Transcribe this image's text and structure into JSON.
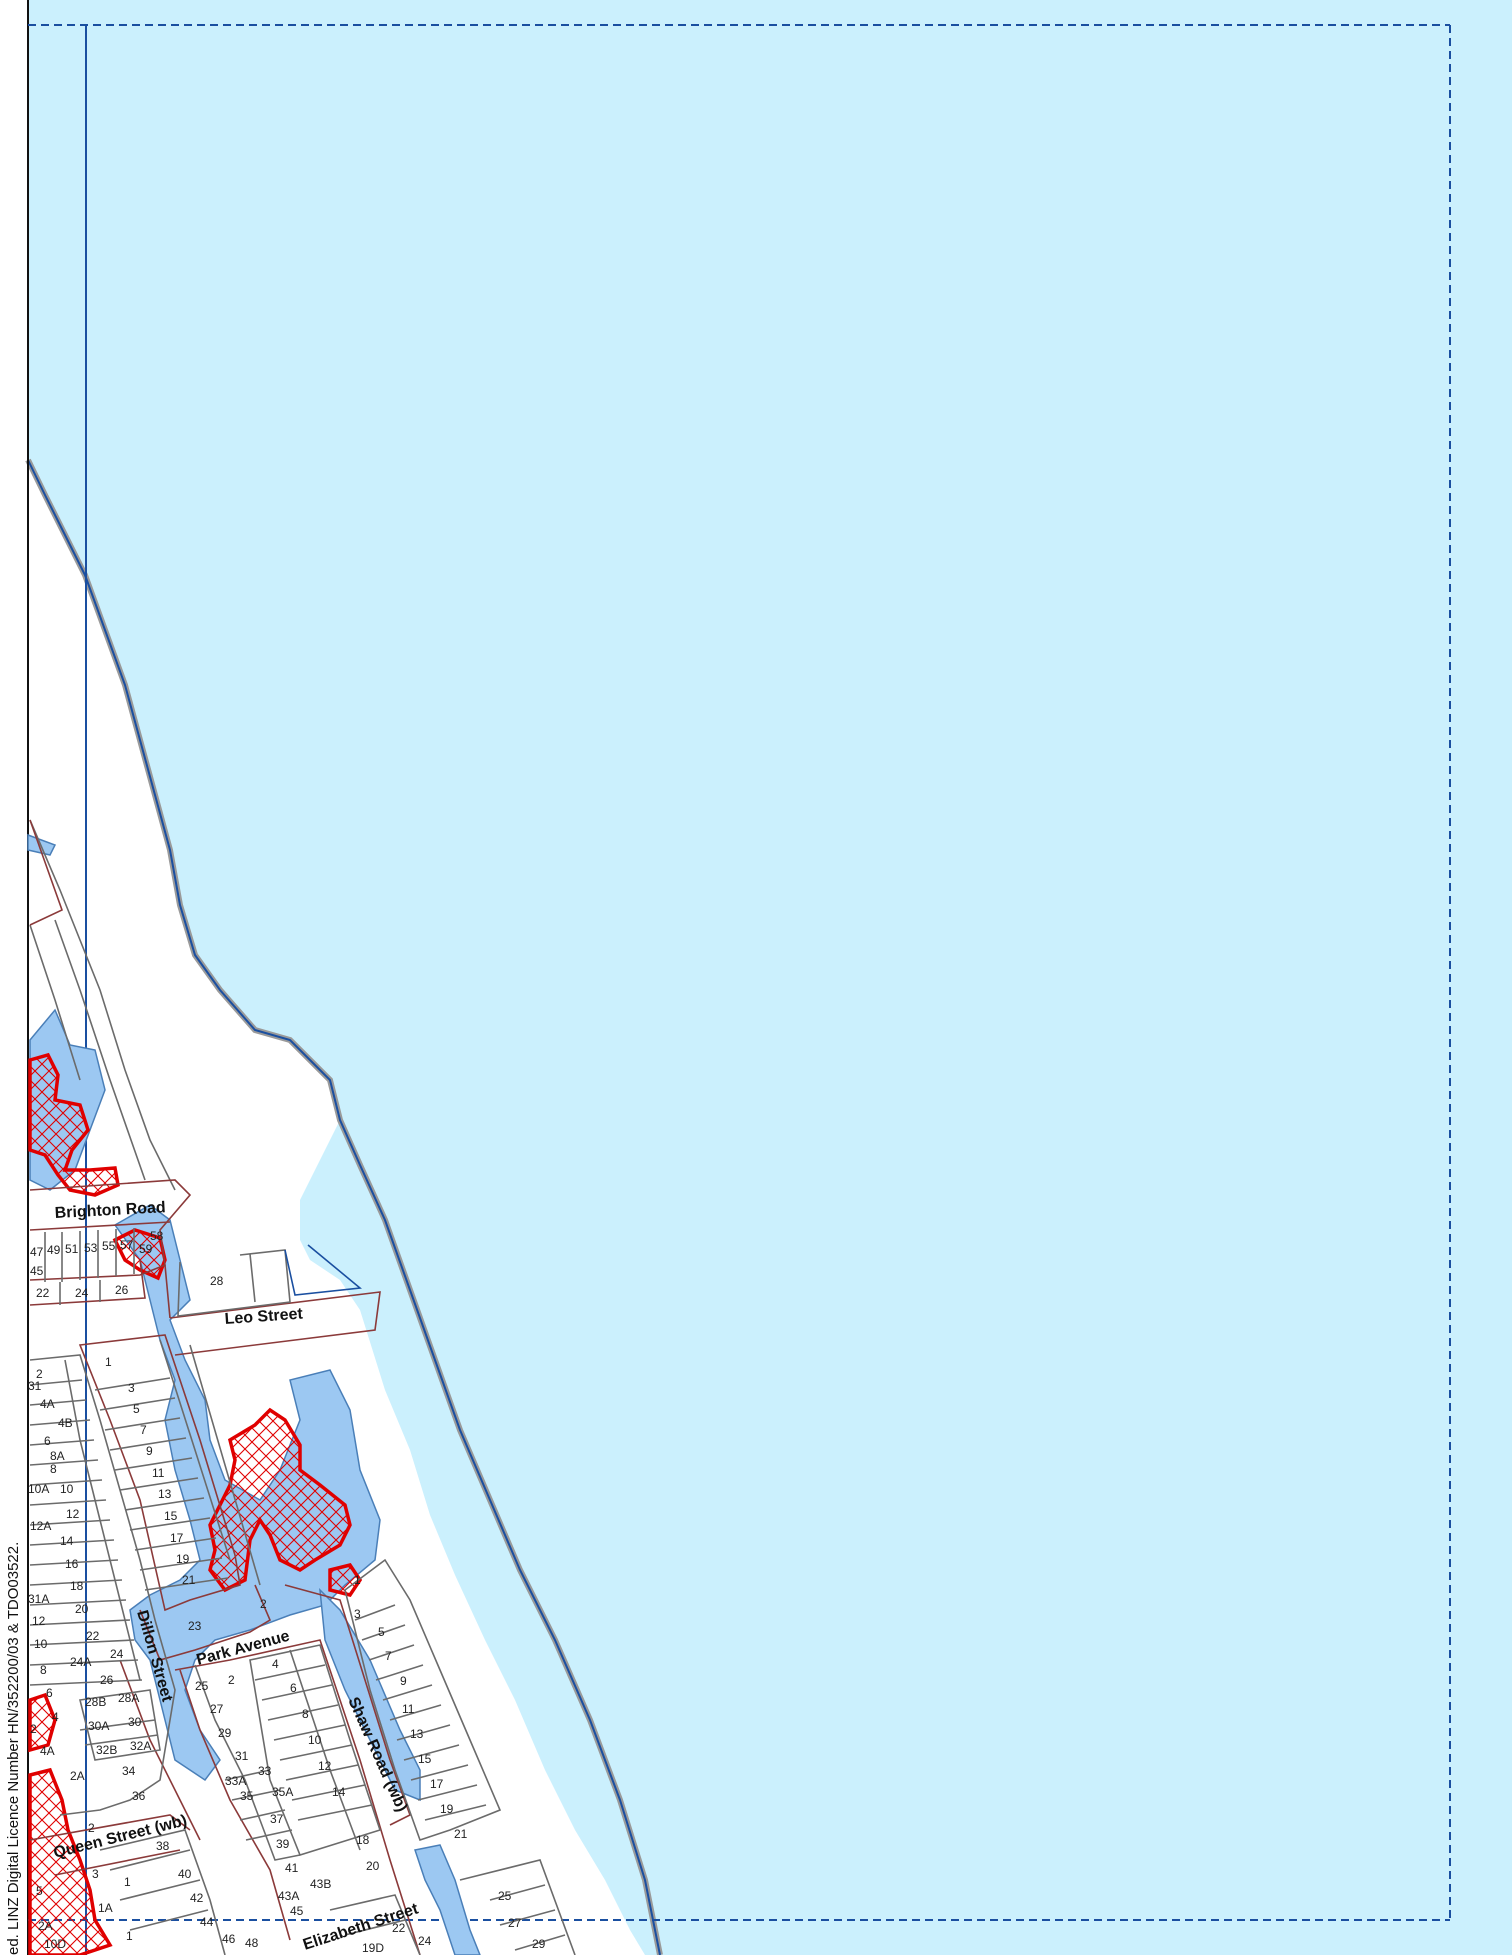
{
  "map": {
    "colors": {
      "sea": "#cbf0fd",
      "flood_zone": "#9cc8f2",
      "hazard_outline": "#e00000",
      "parcel_brown": "#8b3a3a",
      "parcel_grey": "#6b6b6b",
      "frame_blue": "#1a4fa0"
    },
    "credit": "ed. LINZ Digital Licence Number HN/352200/03 & TDO03522.",
    "streets": {
      "brighton": "Brighton Road",
      "leo": "Leo Street",
      "dillon": "Dillon Street",
      "park": "Park Avenue",
      "shaw": "Shaw Road (wb)",
      "queen": "Queen Street (wb)",
      "elizabeth": "Elizabeth Street"
    },
    "lots": {
      "brighton": [
        "47",
        "49",
        "51",
        "53",
        "55",
        "57",
        "59",
        "45",
        "22",
        "24",
        "26",
        "58"
      ],
      "leo": [
        "28"
      ],
      "west": [
        "2",
        "31",
        "4A",
        "4B",
        "6",
        "8A",
        "8",
        "10A",
        "10",
        "12A",
        "12",
        "14",
        "16",
        "18",
        "31A",
        "20",
        "12",
        "10",
        "22",
        "24",
        "24A",
        "8",
        "6",
        "4",
        "2",
        "26",
        "28B",
        "28A",
        "30A",
        "30",
        "32B",
        "32A",
        "34",
        "36",
        "4A",
        "2A",
        "2"
      ],
      "dillon_east": [
        "1",
        "3",
        "5",
        "7",
        "9",
        "11",
        "13",
        "15",
        "17",
        "19",
        "21",
        "23"
      ],
      "park": [
        "2",
        "25",
        "27",
        "29",
        "31",
        "33",
        "33A",
        "35",
        "35A",
        "37",
        "39",
        "41",
        "43A",
        "43B",
        "45",
        "4",
        "6",
        "8",
        "10",
        "12",
        "14",
        "18",
        "20",
        "2"
      ],
      "shaw_east": [
        "1",
        "3",
        "5",
        "7",
        "9",
        "11",
        "13",
        "15",
        "17",
        "19",
        "21"
      ],
      "queen": [
        "38",
        "40",
        "42",
        "44",
        "46",
        "48",
        "1",
        "1A",
        "3",
        "5",
        "10D",
        "2A",
        "1"
      ],
      "elizabeth": [
        "22",
        "24",
        "19D",
        "25",
        "27",
        "29"
      ]
    }
  }
}
